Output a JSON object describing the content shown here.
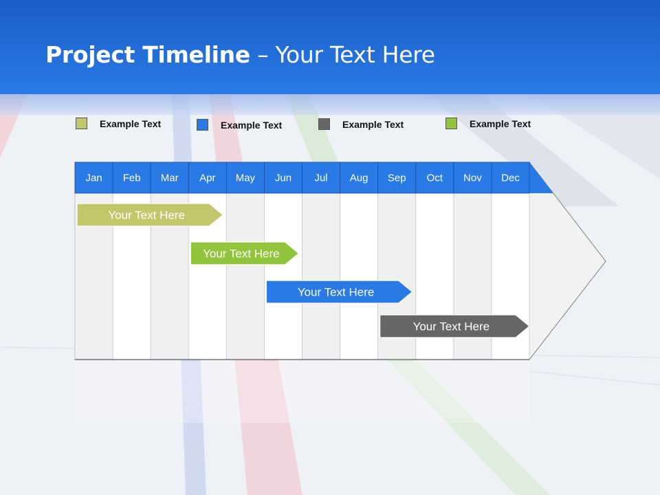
{
  "slide": {
    "title_bold": "Project Timeline",
    "title_rest": " – Your Text Here"
  },
  "legend": [
    {
      "label": "Example Text",
      "color": "#c4c66c"
    },
    {
      "label": "Example Text",
      "color": "#2a7ae6"
    },
    {
      "label": "Example Text",
      "color": "#666666"
    },
    {
      "label": "Example Text",
      "color": "#92c43c"
    }
  ],
  "timeline": {
    "months": [
      "Jan",
      "Feb",
      "Mar",
      "Apr",
      "May",
      "Jun",
      "Jul",
      "Aug",
      "Sep",
      "Oct",
      "Nov",
      "Dec"
    ],
    "header_color": "#2a7ae6",
    "tasks": [
      {
        "label": "Your  Text Here",
        "start": "Jan",
        "end": "Apr",
        "color": "#c4c66c",
        "text_color": "#ffffff"
      },
      {
        "label": "Your  Text Here",
        "start": "Apr",
        "end": "Jun",
        "color": "#92c43c",
        "text_color": "#ffffff"
      },
      {
        "label": "Your  Text Here",
        "start": "Jun",
        "end": "Sep",
        "color": "#2a7ae6",
        "text_color": "#ffffff"
      },
      {
        "label": "Your  Text Here",
        "start": "Sep",
        "end": "Dec",
        "color": "#666666",
        "text_color": "#ffffff"
      }
    ]
  }
}
